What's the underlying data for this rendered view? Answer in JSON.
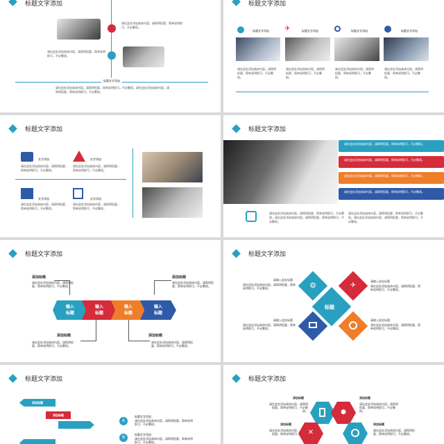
{
  "slide_title": "标题文字添加",
  "body_short": "请在此处添加具体内容。请简明扼要，简单说明即可，不必繁琐。",
  "s1": {
    "top_text": "请在此处添加具体内容。请简明扼要，简单说明即可，不必繁琐。",
    "left_text": "请在此处添加具体内容。请简明扼要，简单说明即可，不必繁琐。",
    "bottom_title": "标题文字添加",
    "bottom_text": "请在此处添加具体内容。请简明扼要，简单说明即可，不必繁琐。请在此处添加具体内容，请简明扼要，简单说明即可，不必繁琐。"
  },
  "s2": {
    "items": [
      {
        "label": "标题文字添加",
        "text": "请在此处添加具体内容。请简明扼要，简单说明即可，不必繁琐。"
      },
      {
        "label": "标题文字添加",
        "text": "请在此处添加具体内容。请简明扼要，简单说明即可，不必繁琐。"
      },
      {
        "label": "标题文字添加",
        "text": "请在此处添加具体内容。请简明扼要，简单说明即可，不必繁琐。"
      },
      {
        "label": "标题文字添加",
        "text": "请在此处添加具体内容。请简明扼要，简单说明即可，不必繁琐。"
      }
    ]
  },
  "s3": {
    "items": [
      {
        "label": "文字添加",
        "text": "请在此处添加具体内容，请简明扼要，简单说明即可，不必繁琐。"
      },
      {
        "label": "文字添加",
        "text": "请在此处添加具体内容，请简明扼要，简单说明即可，不必繁琐。"
      },
      {
        "label": "文字添加",
        "text": "请在此处添加具体内容，请简明扼要，简单说明即可，不必繁琐。"
      },
      {
        "label": "文字添加",
        "text": "请在此处添加具体内容，请简明扼要，简单说明即可，不必繁琐。"
      }
    ]
  },
  "s4": {
    "bars": [
      "请在此处添加具体内容。请简明扼要，简单说明即可，不必繁琐。",
      "请在此处添加具体内容。请简明扼要，简单说明即可，不必繁琐。",
      "请在此处添加具体内容。请简明扼要，简单说明即可，不必繁琐。",
      "请在此处添加具体内容。请简明扼要，简单说明即可，不必繁琐。"
    ],
    "bottom_left": "请在此处添加具体内容。请简明扼要，简单说明即可，不必繁琐。请在此处添加具体内容，请简明扼要，简单说明即可，不必繁琐。",
    "bottom_right": "请在此处添加具体内容。请简明扼要，简单说明即可，不必繁琐。请在此处添加具体内容，请简明扼要，简单说明即可，不必繁琐。"
  },
  "s5": {
    "heading": "添加标题",
    "text": "请在此处添加具体内容，请简明扼要，简单说明即可，不必繁琐。",
    "arrow_label": "输入\n标题"
  },
  "s6": {
    "center": "标题",
    "sub": "请输入此处标题",
    "text": "请在此处添加具体内容，请简明扼要，简单说明即可，不必繁琐。"
  },
  "s7": {
    "banner": "添加标题",
    "item_a": "A",
    "item_b": "B",
    "item_title": "标题文字添加",
    "item_text": "请在此处添加具体内容，请简明扼要，简单说明即可，不必繁琐。"
  },
  "s8": {
    "heading": "添加标题",
    "text": "请在此处添加具体内容，请简明扼要，简单说明即可，不必繁琐。"
  },
  "colors": {
    "teal": "#2aa0c0",
    "red": "#d52b3a",
    "orange": "#ef7d2a",
    "navy": "#2e5aa8"
  }
}
